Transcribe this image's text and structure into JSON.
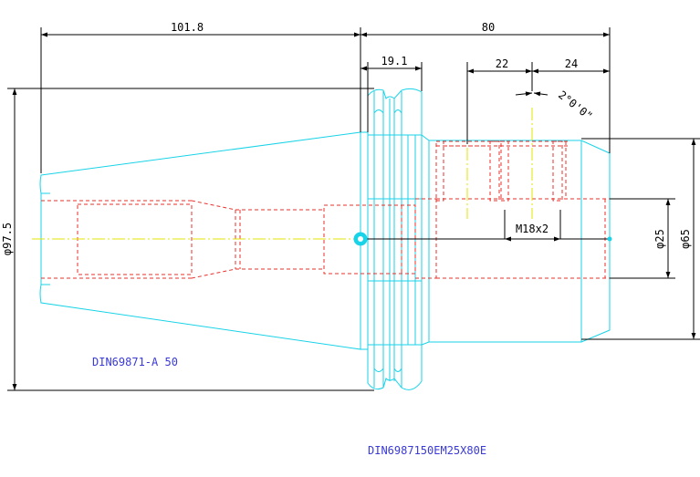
{
  "colors": {
    "outline": "#19d3e8",
    "hidden": "#e8302c",
    "center": "#e6e600",
    "dimension": "#000000",
    "label": "#3a3ad6"
  },
  "dimensions": {
    "length_taper": "101.8",
    "length_holder": "80",
    "flange_width": "19.1",
    "thread_span": "22",
    "thread_offset": "24",
    "angle": "2°0'0\"",
    "diameter_flange": "φ97.5",
    "diameter_body": "φ65",
    "diameter_bore": "φ25",
    "thread": "M18x2"
  },
  "labels": {
    "taper_standard": "DIN69871-A 50",
    "part_number": "DIN6987150EM25X80E"
  }
}
